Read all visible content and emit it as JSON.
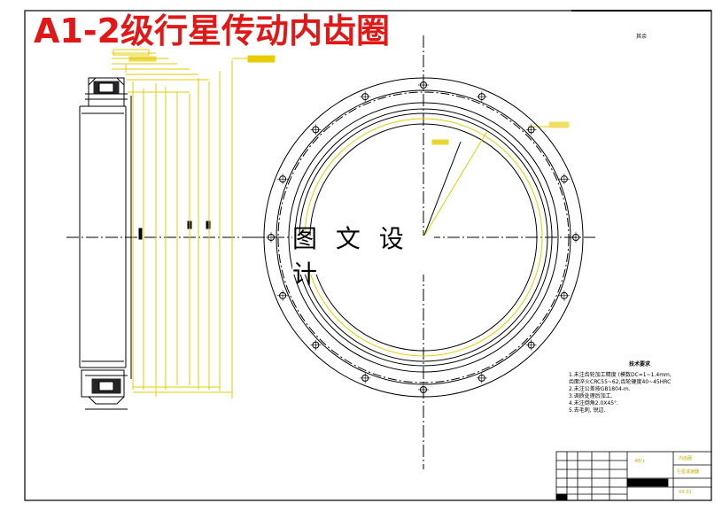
{
  "title": "A1-2级行星传动内齿圈",
  "watermark": "图 文 设 计",
  "roughness_symbol": "其余",
  "notes": {
    "title": "技术要求",
    "items": [
      "1.未注齿轮加工精度 (模数DC=1~1.4mm,",
      "  齿面淬火CRC55~62,齿轮硬度40~45HRC",
      "2.未注公差按GB1804-m.",
      "3.调质处理后加工.",
      "4.未注倒角2.0X45°.",
      "5.去毛刺, 锐边."
    ]
  },
  "title_block": {
    "drawing_name": "内齿圈",
    "material": "40Cr",
    "company": "行星减速器",
    "drawing_no": "XX-01"
  },
  "colors": {
    "title": "#e01818",
    "dimension": "#e6cc00",
    "outline": "#000000",
    "centerline": "#000000"
  }
}
